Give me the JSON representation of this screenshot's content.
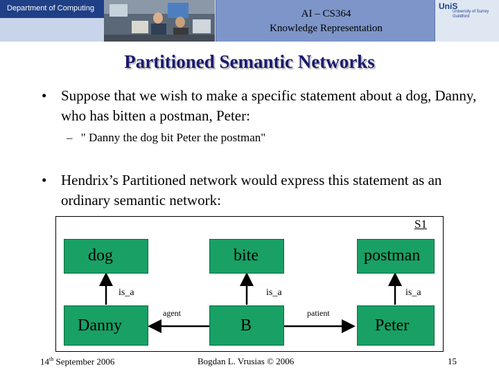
{
  "header": {
    "department": "Department of Computing",
    "course": "AI – CS364",
    "topic": "Knowledge Representation",
    "university_logo_text": "UniS",
    "university_name_line1": "University of Surrey",
    "university_name_line2": "Guildford"
  },
  "slide": {
    "title": "Partitioned Semantic Networks",
    "bullet1_symbol": "•",
    "bullet1": "Suppose that we wish to make a specific statement about a dog, Danny, who has bitten a postman, Peter:",
    "sub_bullet_symbol": "–",
    "sub_bullet": "\" Danny the dog bit Peter the postman\"",
    "bullet2_symbol": "•",
    "bullet2": "Hendrix’s Partitioned network would express this statement as an ordinary semantic network:"
  },
  "diagram": {
    "space_label": "S1",
    "nodes": {
      "dog": "dog",
      "bite": "bite",
      "postman": "postman",
      "danny": "Danny",
      "b": "B",
      "peter": "Peter"
    },
    "links": {
      "is_a_dog": "is_a",
      "is_a_bite": "is_a",
      "is_a_postman": "is_a",
      "agent": "agent",
      "patient": "patient"
    },
    "node_color": "#19a065"
  },
  "footer": {
    "date_day": "14",
    "date_suffix": "th",
    "date_rest": " September 2006",
    "author": "Bogdan L. Vrusias © 2006",
    "page_number": "15"
  }
}
